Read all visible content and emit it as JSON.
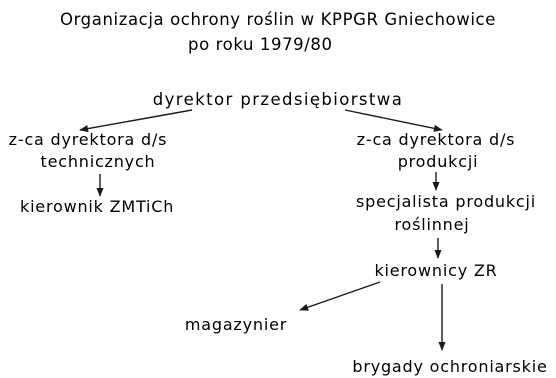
{
  "title": {
    "line1": "Organizacja ochrony roślin w KPPGR Gniechowice",
    "line2": "po roku 1979/80"
  },
  "nodes": {
    "director": "dyrektor przedsiębiorstwa",
    "deputy_technical": [
      "z-ca dyrektora d/s",
      "technicznych"
    ],
    "deputy_production": [
      "z-ca dyrektora d/s",
      "produkcji"
    ],
    "zmtich_manager": "kierownik ZMTiCh",
    "plant_specialist": [
      "specjalista produkcji",
      "roślinnej"
    ],
    "zr_managers": "kierownicy ZR",
    "warehouseman": "magazynier",
    "spray_brigades": "brygady ochroniarskie"
  },
  "colors": {
    "ink": "#1a1a1a",
    "background": "#ffffff"
  }
}
